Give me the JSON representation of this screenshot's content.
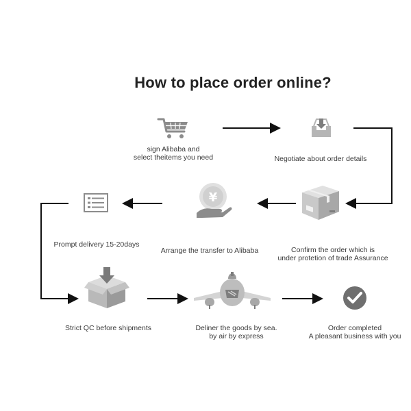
{
  "title": "How to place order online?",
  "steps": [
    {
      "lines": [
        "sign Alibaba and",
        "select theitems you need"
      ],
      "icon": "shopping-cart-icon"
    },
    {
      "lines": [
        "Negotiate about order details"
      ],
      "icon": "download-tray-icon"
    },
    {
      "lines": [
        "Confirm the order which is",
        "under protetion of trade Assurance"
      ],
      "icon": "package-box-icon"
    },
    {
      "lines": [
        "Arrange the transfer to Alibaba"
      ],
      "icon": "yen-coin-hand-icon"
    },
    {
      "lines": [
        "Prompt delivery 15-20days"
      ],
      "icon": "checklist-icon"
    },
    {
      "lines": [
        "Strict QC before shipments"
      ],
      "icon": "box-down-arrow-icon"
    },
    {
      "lines": [
        "Deliner the goods by sea.",
        "by air by express"
      ],
      "icon": "airplane-icon"
    },
    {
      "lines": [
        "Order completed",
        "A pleasant business with you"
      ],
      "icon": "check-circle-icon"
    }
  ],
  "colors": {
    "arrow": "#111111",
    "icon_fill": "#8c8c8c",
    "icon_light": "#cfcfcf"
  }
}
